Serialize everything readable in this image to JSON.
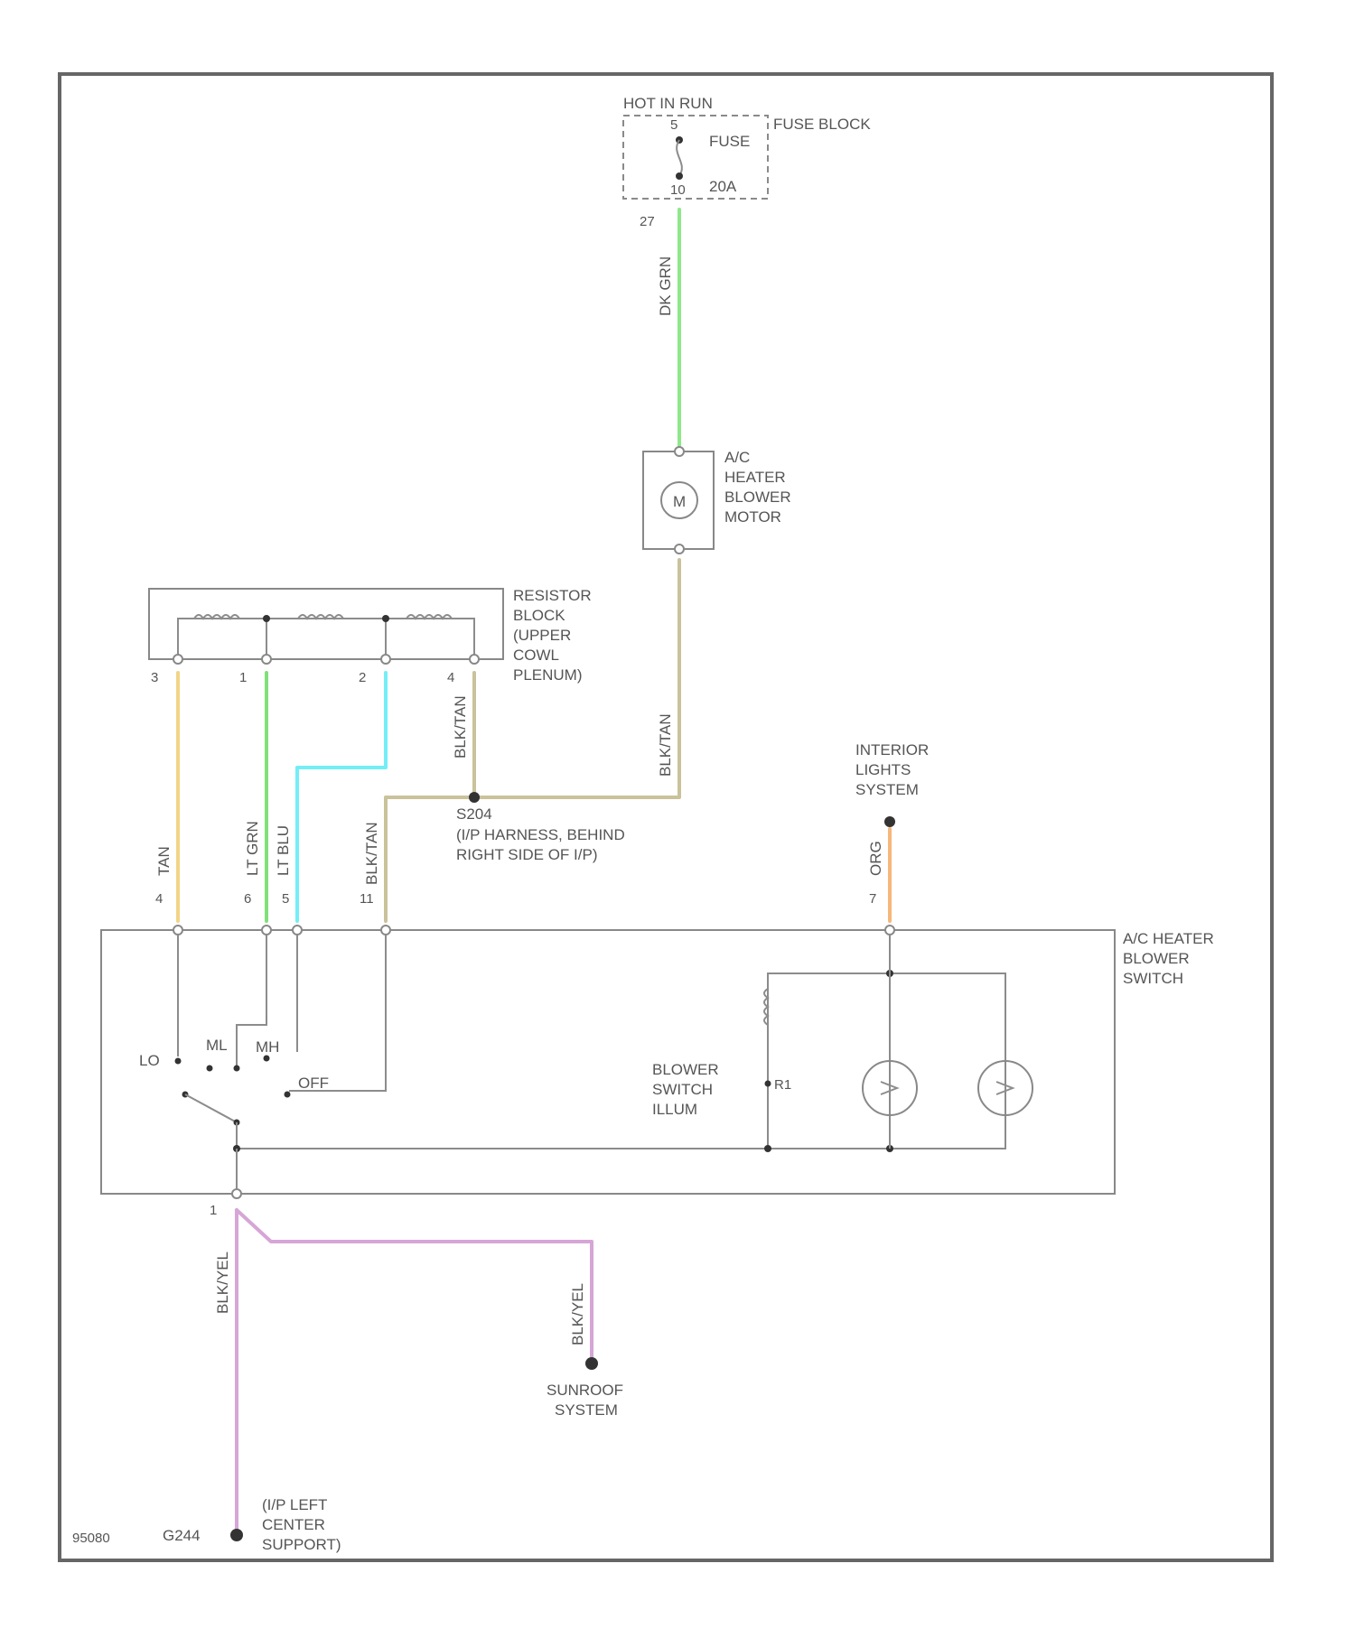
{
  "colors": {
    "frame": "#666666",
    "dk_grn": "#8ee88a",
    "tan": "#f3d487",
    "lt_grn": "#7fe07a",
    "lt_blu": "#74eef6",
    "blk_tan": "#c9c29a",
    "org": "#f6b77a",
    "blk": "#d6a6d6"
  },
  "fuse_block": {
    "hot_label": "HOT IN RUN",
    "fuse_label": "FUSE",
    "block_label": "FUSE BLOCK",
    "amp_label": "20A",
    "top_pin": "5",
    "bottom_pin": "10",
    "circuit": "27"
  },
  "wires": {
    "dk_grn": "DK GRN",
    "tan": "TAN",
    "lt_grn": "LT GRN",
    "lt_blu": "LT BLU",
    "blk_tan_1": "BLK/TAN",
    "blk_tan_2": "BLK/TAN",
    "blk_tan_3": "BLK/TAN",
    "org": "ORG",
    "blk_1": "BLK/YEL",
    "blk_2": "BLK/YEL"
  },
  "motor": {
    "label": "A/C HEATER BLOWER MOTOR",
    "symbol": "M"
  },
  "resistor_block": {
    "label": "RESISTOR BLOCK (UPPER COWL PLENUM)",
    "pins": [
      "3",
      "1",
      "2",
      "4"
    ]
  },
  "splice_s204": {
    "id": "S204",
    "desc": "(I/P HARNESS, BEHIND RIGHT SIDE OF I/P)"
  },
  "interior_lights": "INTERIOR LIGHTS SYSTEM",
  "blower_switch": {
    "label": "A/C HEATER BLOWER SWITCH",
    "pins": {
      "tan": "4",
      "lt_grn": "6",
      "lt_blu": "5",
      "blk_tan": "11",
      "org": "7",
      "ground": "1"
    },
    "positions": {
      "lo": "LO",
      "ml": "ML",
      "mh": "MH",
      "off": "OFF"
    },
    "illum_label": "BLOWER SWITCH ILLUM",
    "illum_ref": "R1"
  },
  "sunroof": "SUNROOF SYSTEM",
  "ground": {
    "id": "G244",
    "desc": "(I/P LEFT CENTER SUPPORT)"
  },
  "figure_id": "95080"
}
